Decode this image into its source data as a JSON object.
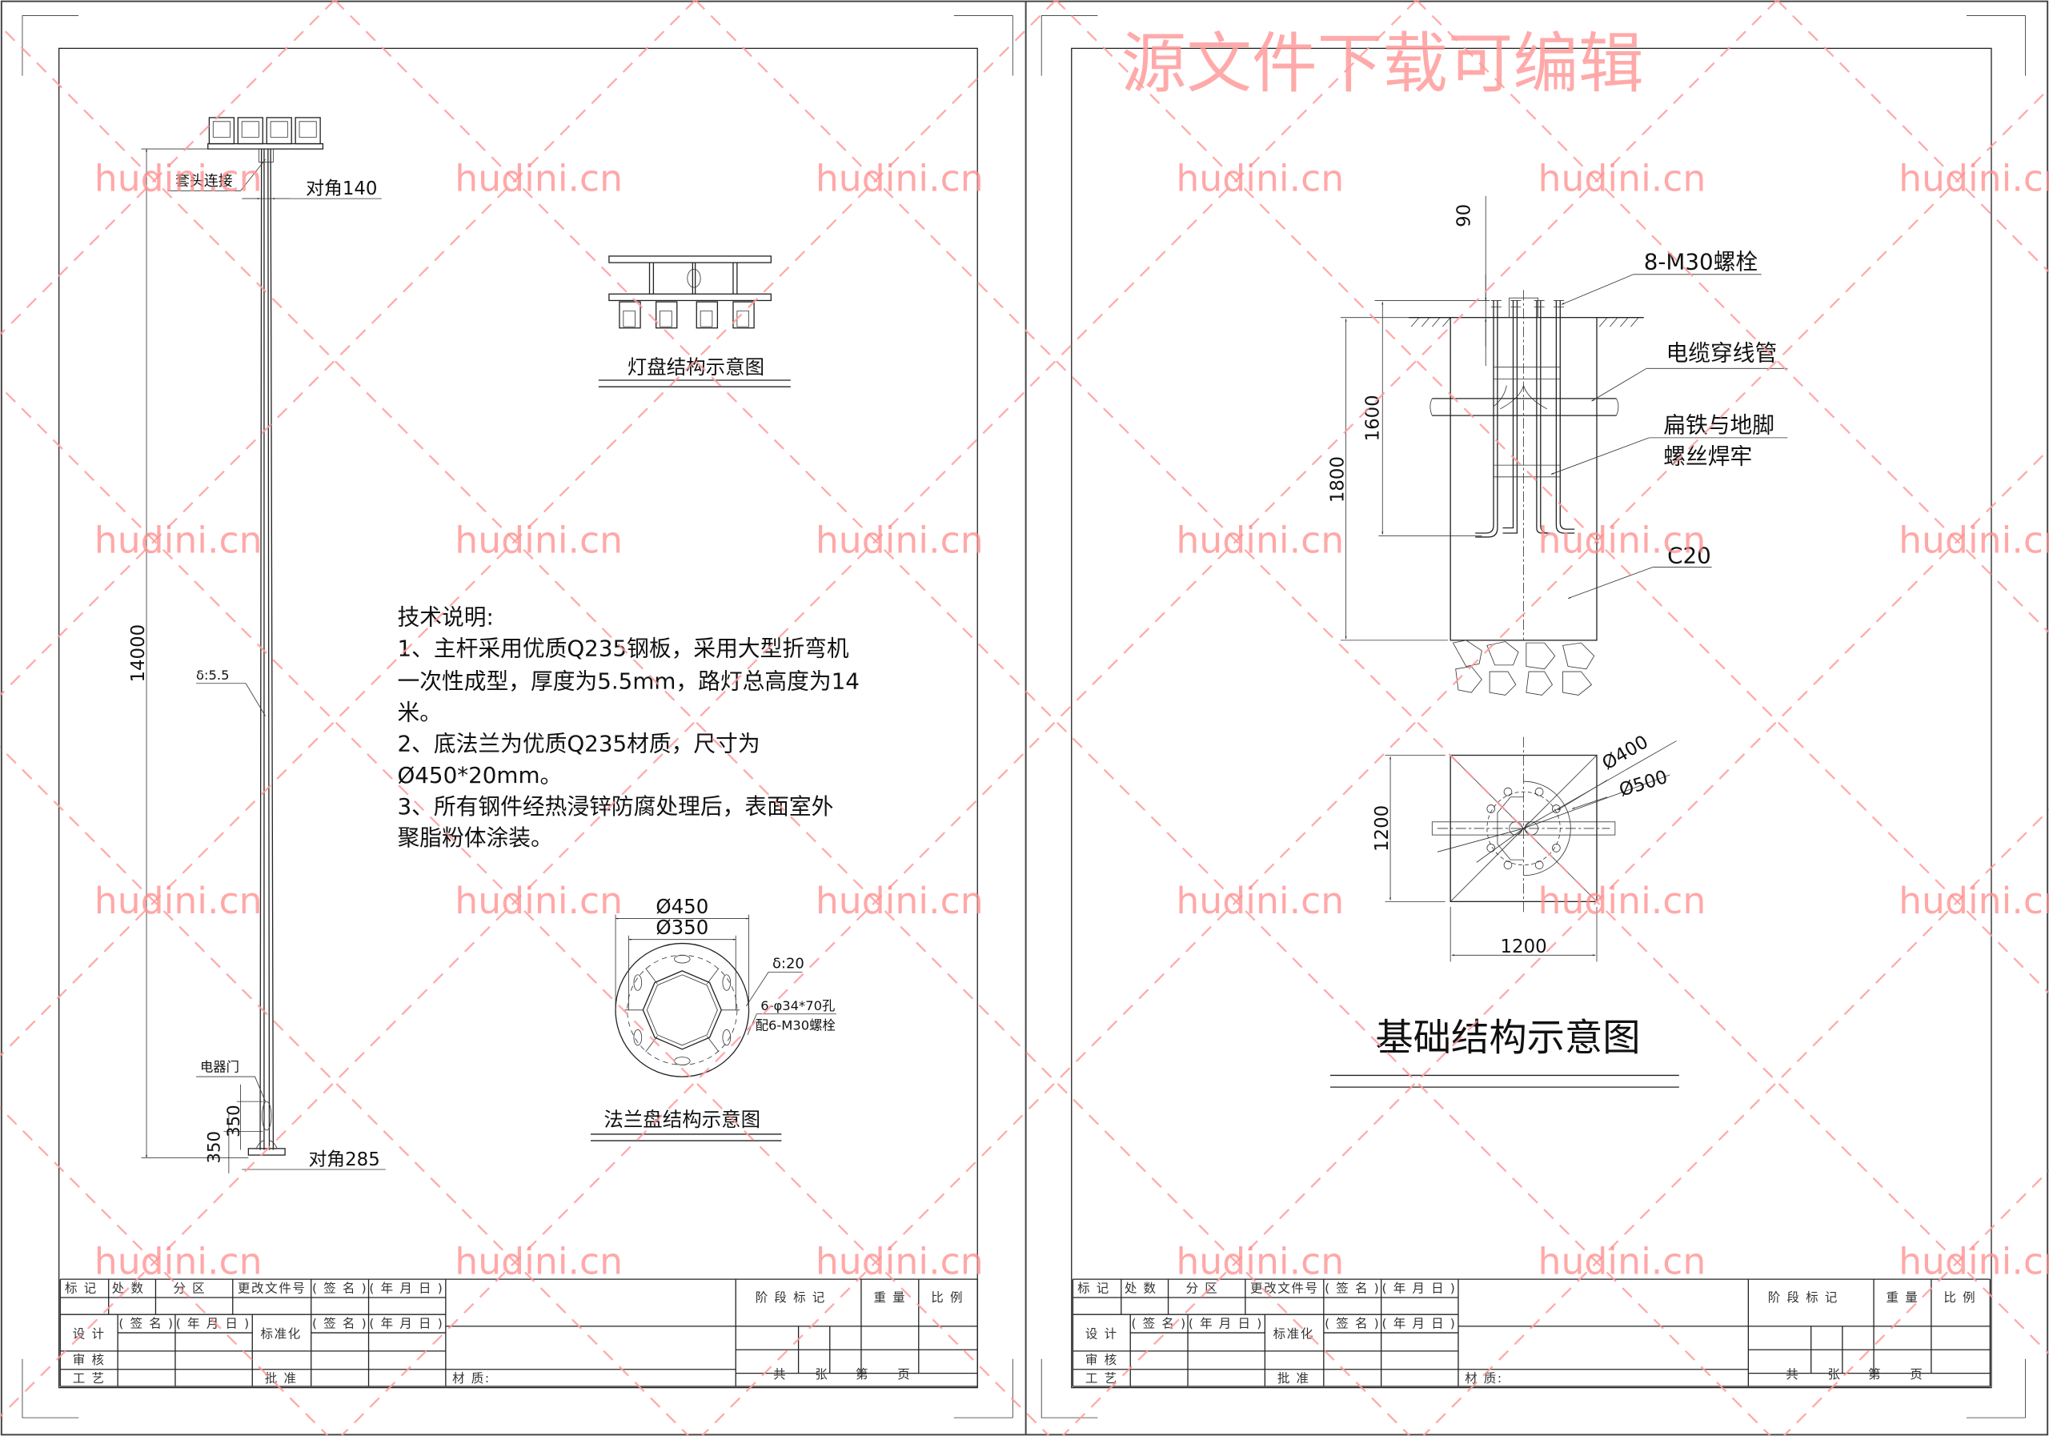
{
  "watermark": "hudini.cn",
  "banner": "源文件下载可编辑",
  "left_sheet": {
    "pole": {
      "height_dim": "14000",
      "sleeve_label": "套头连接",
      "top_diag": "对角140",
      "thickness": "δ:5.5",
      "door_label": "电器门",
      "door_dim_a": "350",
      "door_dim_b": "350",
      "base_diag": "对角285"
    },
    "lamp_panel": {
      "title": "灯盘结构示意图"
    },
    "tech_notes": {
      "heading": "技术说明:",
      "lines": [
        "1、主杆采用优质Q235钢板，采用大型折弯机",
        "一次性成型，厚度为5.5mm，路灯总高度为14",
        "米。",
        "2、底法兰为优质Q235材质，尺寸为",
        "Ø450*20mm。",
        "3、所有钢件经热浸锌防腐处理后，表面室外",
        "聚脂粉体涂装。"
      ]
    },
    "flange": {
      "outer_dia": "Ø450",
      "inner_dia": "Ø350",
      "thickness": "δ:20",
      "holes": "6-φ34*70孔",
      "bolts": "配6-M30螺栓",
      "title": "法兰盘结构示意图"
    }
  },
  "right_sheet": {
    "section": {
      "dim_90": "90",
      "dim_1600": "1600",
      "dim_1800": "1800",
      "bolts_label": "8-M30螺栓",
      "conduit_label": "电缆穿线管",
      "weld_label_1": "扁铁与地脚",
      "weld_label_2": "螺丝焊牢",
      "concrete_label": "C20"
    },
    "plan": {
      "dim_vertical": "1200",
      "dim_horizontal": "1200",
      "dia_400": "Ø400",
      "dia_500": "Ø500"
    },
    "title": "基础结构示意图"
  },
  "title_block": {
    "mark": "标 记",
    "count": "处 数",
    "zone": "分 区",
    "change_doc": "更改文件号",
    "signature": "( 签 名 )",
    "date": "( 年 月 日 )",
    "design": "设 计",
    "standardize": "标准化",
    "review": "审 核",
    "process": "工 艺",
    "approve": "批 准",
    "material": "材 质:",
    "stage_mark": "阶 段 标 记",
    "weight": "重 量",
    "scale": "比 例",
    "total": "共",
    "sheets": "张",
    "no": "第",
    "page": "页"
  }
}
